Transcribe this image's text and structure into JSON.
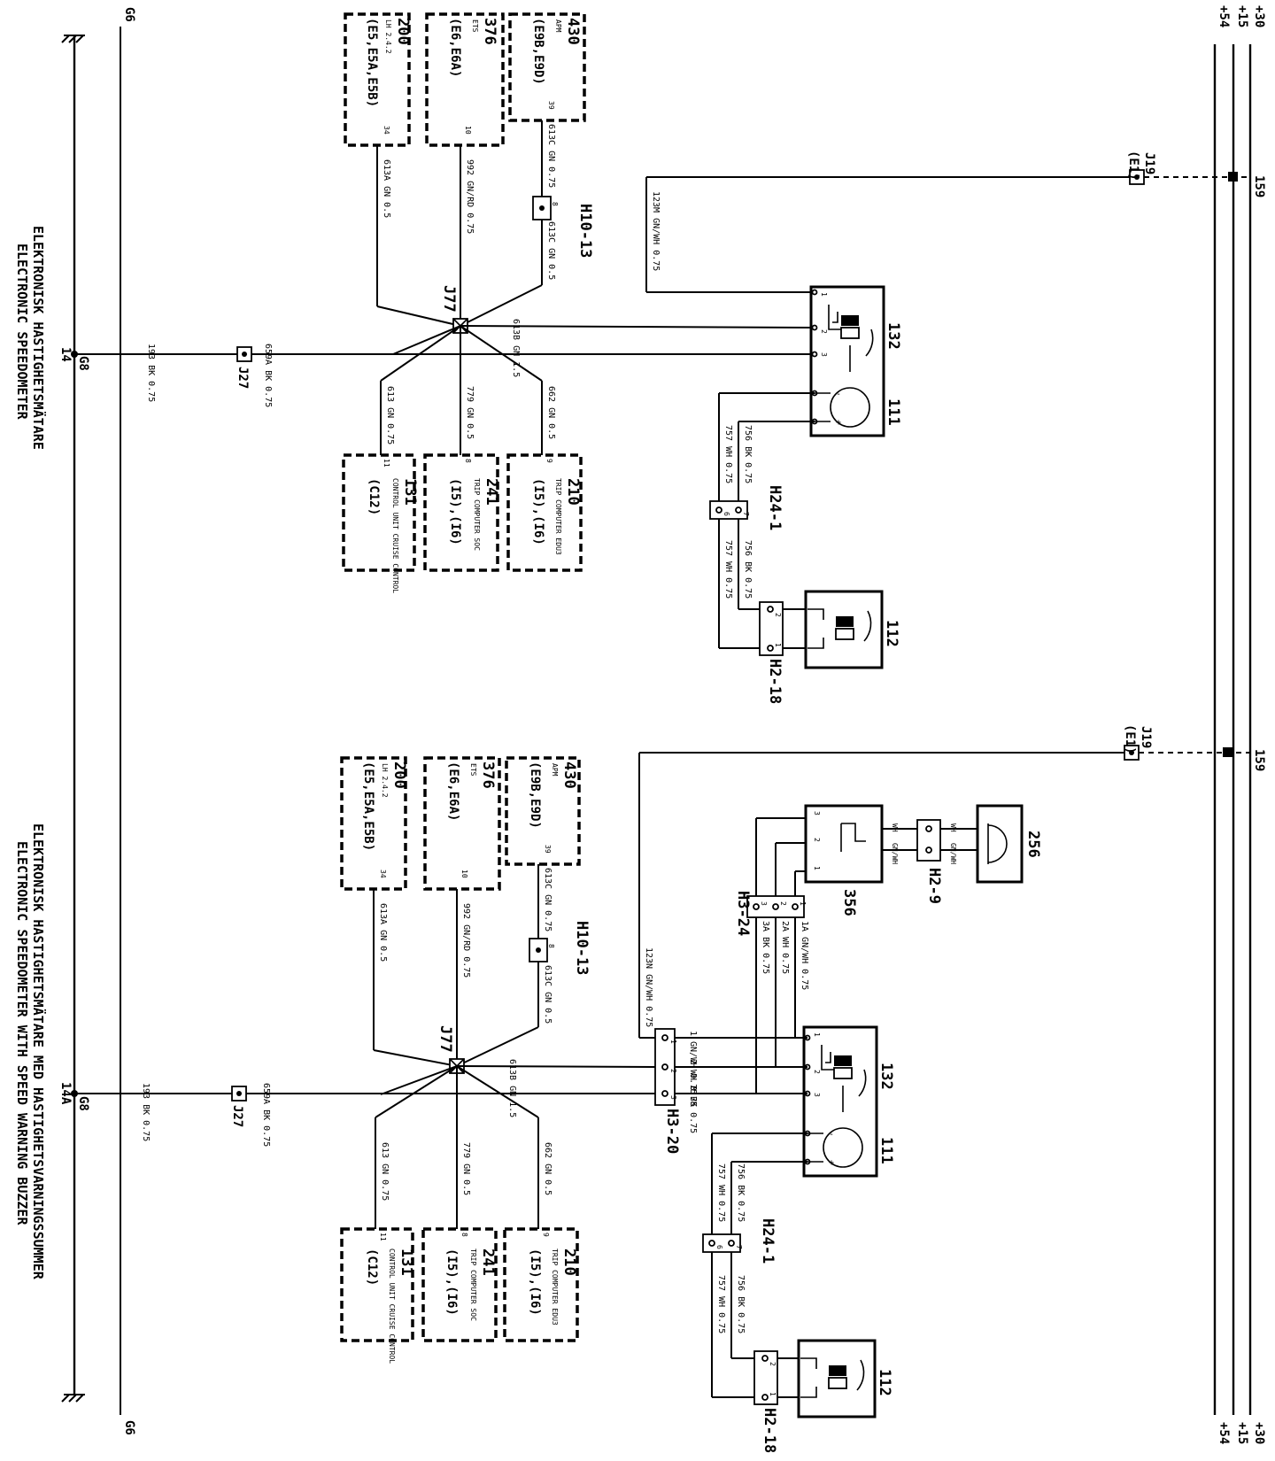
{
  "buses": {
    "b30": "+30",
    "b15": "+15",
    "b54": "+54",
    "g6": "G6",
    "g8": "G8"
  },
  "top": {
    "title_sv": "ELEKTRONISK HASTIGHETSMÄTARE",
    "title_en": "ELECTRONIC SPEEDOMETER",
    "ground_ref": "14",
    "boxes": {
      "b430": {
        "num": "430",
        "sub": "APM",
        "ref": "(E9B,E9D)",
        "pin": "39"
      },
      "b376": {
        "num": "376",
        "sub": "ETS",
        "ref": "(E6,E6A)",
        "pin": "10"
      },
      "b200": {
        "num": "200",
        "sub": "LH 2.4.2",
        "ref": "(E5,E5A,E5B)",
        "pin": "34"
      },
      "b210": {
        "num": "210",
        "sub": "TRIP COMPUTER EDU3",
        "ref": "(I5),(I6)",
        "pin": "9"
      },
      "b241": {
        "num": "241",
        "sub": "TRIP COMPUTER SOC",
        "ref": "(I5),(I6)",
        "pin": "8"
      },
      "b131": {
        "num": "131",
        "sub": "CONTROL UNIT CRUISE CONTROL",
        "ref": "(C12)",
        "pin": "11"
      }
    },
    "wires": {
      "w613c_a": "613C GN 0.75",
      "w613c_b": "613C GN 0.5",
      "w992": "992 GN/RD 0.75",
      "w613a": "613A GN 0.5",
      "w613b": "613B GN 1.5",
      "w193": "193 BK 0.75",
      "w659a": "659A BK 0.75",
      "w662": "662 GN 0.5",
      "w779": "779 GN 0.5",
      "w613": "613 GN 0.75",
      "w123m": "123M GN/WH 0.75",
      "w756a": "756 BK 0.75",
      "w757a": "757 WH 0.75",
      "w756b": "756 BK 0.75",
      "w757b": "757 WH 0.75"
    },
    "labels": {
      "h10": "H10-13",
      "h10pin": "8",
      "j77": "J77",
      "j27": "J27",
      "j19": "J19",
      "e1": "(E1)",
      "n159": "159",
      "n132": "132",
      "n111": "111",
      "n112": "112",
      "h24": "H24-1",
      "h2": "H2-18",
      "h24p6": "6",
      "h24p7": "7",
      "h2p1": "1",
      "h2p2": "2",
      "p1": "1",
      "p2": "2",
      "p3": "3"
    }
  },
  "bottom": {
    "title_sv": "ELEKTRONISK HASTIGHETSMÄTARE MED HASTIGHETSVARNINGSSUMMER",
    "title_en": "ELECTRONIC SPEEDOMETER WITH SPEED WARNING BUZZER",
    "ground_ref": "14A",
    "boxes": {
      "b430": {
        "num": "430",
        "sub": "APM",
        "ref": "(E9B,E9D)",
        "pin": "39"
      },
      "b376": {
        "num": "376",
        "sub": "ETS",
        "ref": "(E6,E6A)",
        "pin": "10"
      },
      "b200": {
        "num": "200",
        "sub": "LH 2.4.2",
        "ref": "(E5,E5A,E5B)",
        "pin": "34"
      },
      "b210": {
        "num": "210",
        "sub": "TRIP COMPUTER EDU3",
        "ref": "(I5),(I6)",
        "pin": "9"
      },
      "b241": {
        "num": "241",
        "sub": "TRIP COMPUTER SOC",
        "ref": "(I5),(I6)",
        "pin": "8"
      },
      "b131": {
        "num": "131",
        "sub": "CONTROL UNIT CRUISE CONTROL",
        "ref": "(C12)",
        "pin": "11"
      }
    },
    "wires": {
      "w613c_a": "613C GN 0.75",
      "w613c_b": "613C GN 0.5",
      "w992": "992 GN/RD 0.75",
      "w613a": "613A GN 0.5",
      "w613b": "613B GN 1.5",
      "w193": "193 BK 0.75",
      "w659a": "659A BK 0.75",
      "w662": "662 GN 0.5",
      "w779": "779 GN 0.5",
      "w613": "613 GN 0.75",
      "w123n": "123N GN/WH 0.75",
      "w1": "1 GN/WH 0.75",
      "w2": "2 WH 0.75",
      "w3": "3 BK 0.75",
      "w1a": "1A GN/WH 0.75",
      "w2a": "2A WH 0.75",
      "w3a": "3A BK 0.75",
      "wwh": "WH",
      "wgnwh_a": "GN/WH",
      "wwh2": "WH",
      "wgnwh_b": "GN/WH",
      "w756a": "756 BK 0.75",
      "w757a": "757 WH 0.75",
      "w756b": "756 BK 0.75",
      "w757b": "757 WH 0.75"
    },
    "labels": {
      "h10": "H10-13",
      "h10pin": "8",
      "j77": "J77",
      "j27": "J27",
      "j19": "J19",
      "e1": "(E1)",
      "n159": "159",
      "n132": "132",
      "n111": "111",
      "n112": "112",
      "h24": "H24-1",
      "h2": "H2-18",
      "h3_20": "H3-20",
      "h3_24": "H3-24",
      "h2_9": "H2-9",
      "n356": "356",
      "n256": "256",
      "h24p6": "6",
      "h24p7": "7",
      "h2p1": "1",
      "h2p2": "2",
      "p1": "1",
      "p2": "2",
      "p3": "3"
    }
  }
}
